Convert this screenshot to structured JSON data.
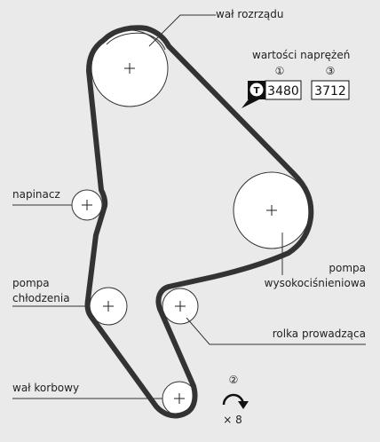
{
  "labels": {
    "camshaft": "wał rozrządu",
    "tension_title": "wartości naprężeń",
    "tensioner": "napinacz",
    "water_pump_line1": "pompa",
    "water_pump_line2": "chłodzenia",
    "hp_pump_line1": "pompa",
    "hp_pump_line2": "wysokociśnieniowa",
    "idler": "rolka prowadząca",
    "crankshaft": "wał korbowy"
  },
  "tension": {
    "marker_1": "①",
    "marker_3": "③",
    "tool_letter": "T",
    "value_1": "3480",
    "value_3": "3712"
  },
  "rotation": {
    "marker_2": "②",
    "count": "× 8"
  },
  "colors": {
    "background": "#eaeaea",
    "belt": "#333333",
    "pulley_fill": "#ffffff"
  }
}
